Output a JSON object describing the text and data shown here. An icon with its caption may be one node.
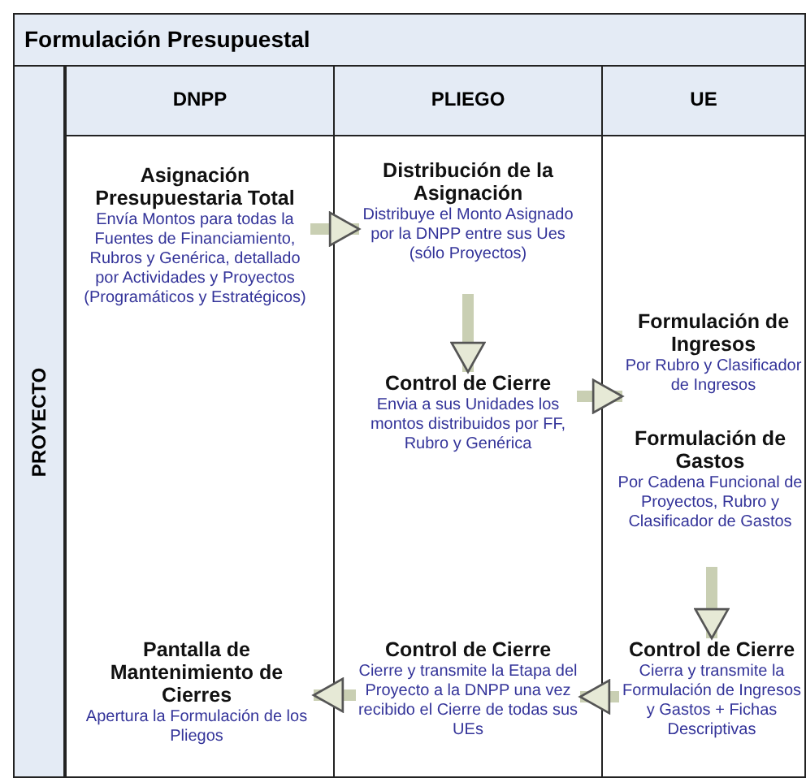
{
  "diagram": {
    "title": "Formulación Presupuestal",
    "nodes": [
      {
        "text": [
          "PROYECTO"
        ]
      },
      {
        "text": [
          "DNPP"
        ]
      },
      {
        "text": [
          "PLIEGO"
        ]
      },
      {
        "text": [
          "UE"
        ]
      },
      {
        "text": [
          "Asignación Presupuestaria Total",
          "Envía Montos para todas la Fuentes de Financiamiento, Rubros y Genérica, detallado por Actividades y Proyectos (Programáticos y Estratégicos)"
        ],
        "in": 1
      },
      {
        "text": [
          "Distribución de la Asignación",
          "Distribuye el Monto Asignado por la DNPP entre sus Ues (sólo Proyectos)"
        ],
        "in": 2
      },
      {
        "text": [
          "Control de Cierre",
          "Envia a sus Unidades los montos distribuidos por FF, Rubro y Genérica"
        ],
        "in": 2
      },
      {
        "text": [
          "Formulación de Ingresos",
          "Por Rubro y Clasificador de Ingresos"
        ],
        "in": 3
      },
      {
        "text": [
          "Formulación de Gastos",
          "Por Cadena Funcional de Proyectos, Rubro y Clasificador de Gastos"
        ],
        "in": 3
      },
      {
        "text": [
          "Control de Cierre",
          "Cierra y transmite la Formulación de Ingresos y Gastos + Fichas Descriptivas"
        ],
        "in": 3
      },
      {
        "text": [
          "Control de Cierre",
          "Cierre y transmite la Etapa del Proyecto a la DNPP una vez recibido el Cierre de todas sus UEs"
        ],
        "in": 2
      },
      {
        "text": [
          "Pantalla de Mantenimiento de Cierres",
          "Apertura la Formulación de los Pliegos"
        ],
        "in": 1
      }
    ],
    "edges": [
      {
        "from": 4,
        "to": 5,
        "arrow": "to"
      },
      {
        "from": 5,
        "to": 6,
        "arrow": "to"
      },
      {
        "from": 6,
        "to": 7,
        "arrow": "to"
      },
      {
        "from": 8,
        "to": 9,
        "arrow": "to"
      },
      {
        "from": 9,
        "to": 10,
        "arrow": "to"
      },
      {
        "from": 10,
        "to": 11,
        "arrow": "to"
      }
    ]
  }
}
